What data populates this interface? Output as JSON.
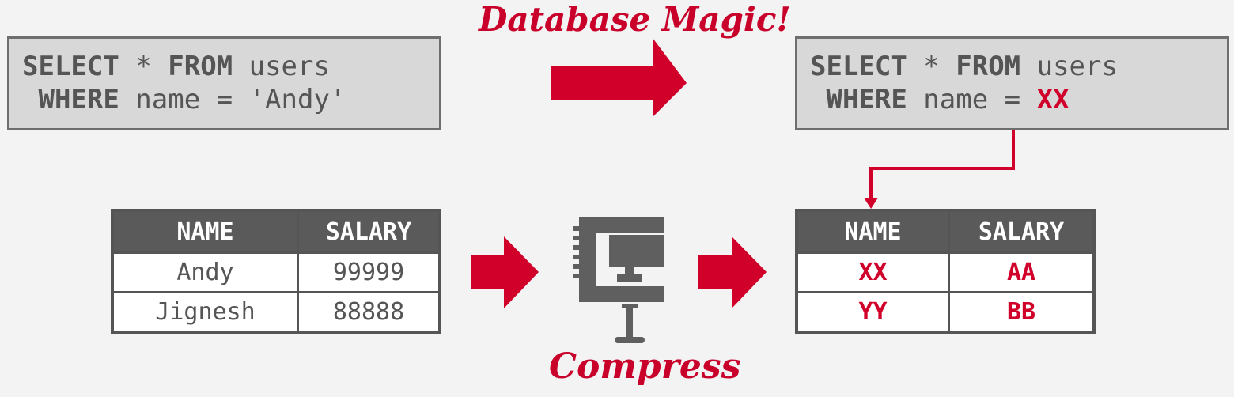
{
  "title_magic": "Database Magic!",
  "title_compress": "Compress",
  "query_left": {
    "line1_kw1": "SELECT",
    "line1_rest1": " * ",
    "line1_kw2": "FROM",
    "line1_rest2": " users",
    "line2_kw": " WHERE",
    "line2_rest": " name = 'Andy'"
  },
  "query_right": {
    "line1_kw1": "SELECT",
    "line1_rest1": " * ",
    "line1_kw2": "FROM",
    "line1_rest2": " users",
    "line2_kw": " WHERE",
    "line2_rest": " name = ",
    "line2_value": "XX"
  },
  "table_original": {
    "headers": [
      "NAME",
      "SALARY"
    ],
    "rows": [
      [
        "Andy",
        "99999"
      ],
      [
        "Jignesh",
        "88888"
      ]
    ]
  },
  "table_compressed": {
    "headers": [
      "NAME",
      "SALARY"
    ],
    "rows": [
      [
        "XX",
        "AA"
      ],
      [
        "YY",
        "BB"
      ]
    ]
  },
  "colors": {
    "accent": "#d0002a",
    "dark_gray": "#5a5a5a",
    "box_gray": "#d8d8d8"
  },
  "icons": [
    "right-arrow-icon",
    "clamp-compress-icon"
  ]
}
